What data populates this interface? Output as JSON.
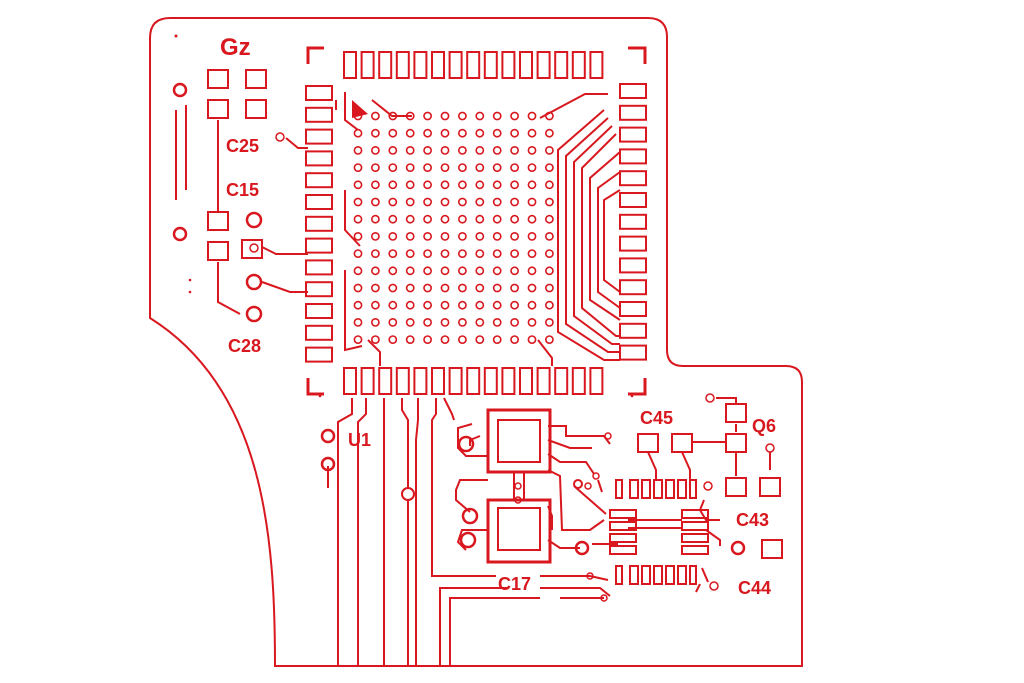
{
  "trace_color": "#d8181e",
  "background": "#ffffff",
  "designators": {
    "gz": "Gz",
    "c25": "C25",
    "c15": "C15",
    "c28": "C28",
    "u1": "U1",
    "c45": "C45",
    "q6": "Q6",
    "c43": "C43",
    "c17": "C17",
    "c44": "C44"
  },
  "bga": {
    "rows": 14,
    "cols": 12
  }
}
